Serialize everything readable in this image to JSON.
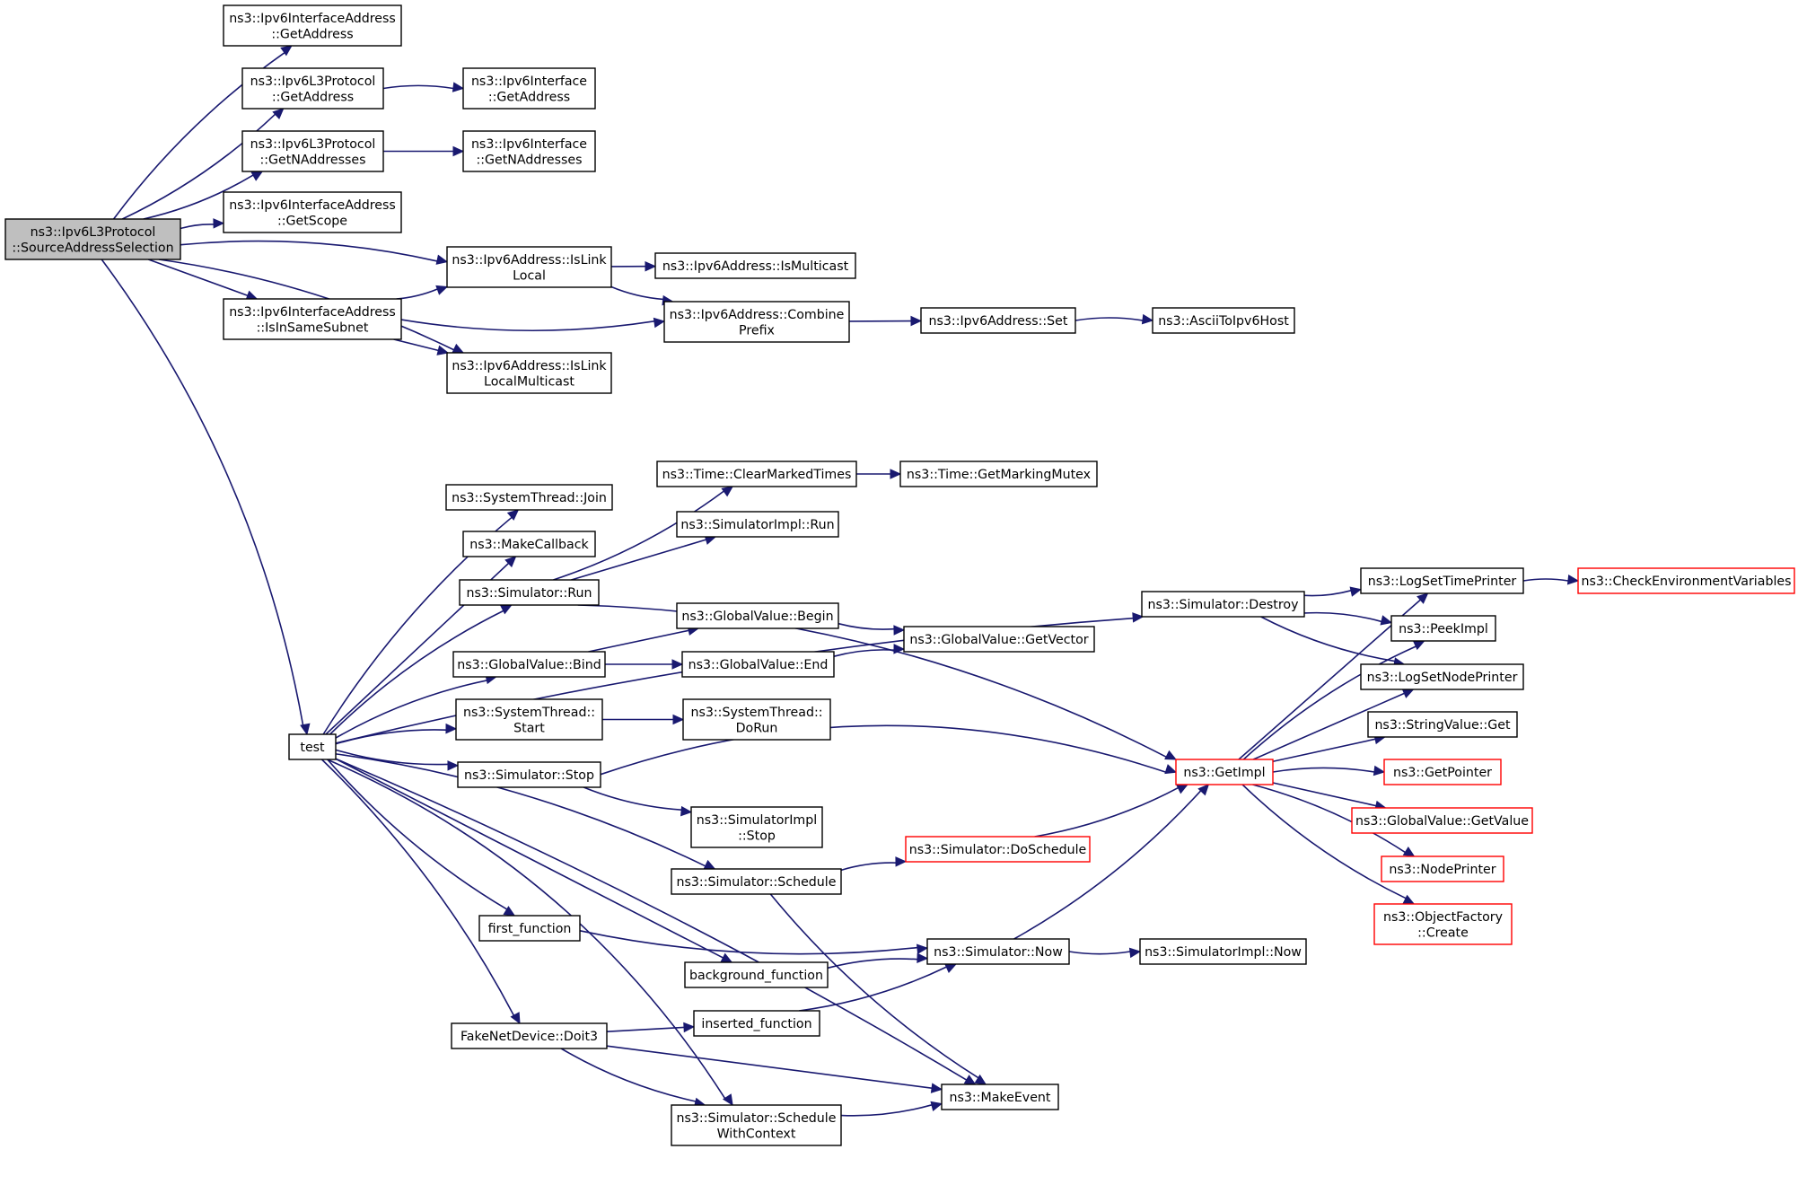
{
  "colors": {
    "edge": "#191970",
    "node_border": "#000000",
    "node_border_truncated": "#ff0000",
    "root_fill": "#bfbfbf",
    "node_fill": "#ffffff"
  },
  "nodes": [
    {
      "id": "root",
      "lines": [
        "ns3::Ipv6L3Protocol",
        "::SourceAddressSelection"
      ],
      "style": "root"
    },
    {
      "id": "ia_getaddress",
      "lines": [
        "ns3::Ipv6InterfaceAddress",
        "::GetAddress"
      ],
      "style": "normal"
    },
    {
      "id": "l3_getaddress",
      "lines": [
        "ns3::Ipv6L3Protocol",
        "::GetAddress"
      ],
      "style": "normal"
    },
    {
      "id": "if_getaddress",
      "lines": [
        "ns3::Ipv6Interface",
        "::GetAddress"
      ],
      "style": "normal"
    },
    {
      "id": "l3_getn",
      "lines": [
        "ns3::Ipv6L3Protocol",
        "::GetNAddresses"
      ],
      "style": "normal"
    },
    {
      "id": "if_getn",
      "lines": [
        "ns3::Ipv6Interface",
        "::GetNAddresses"
      ],
      "style": "normal"
    },
    {
      "id": "ia_getscope",
      "lines": [
        "ns3::Ipv6InterfaceAddress",
        "::GetScope"
      ],
      "style": "normal"
    },
    {
      "id": "islinklocal",
      "lines": [
        "ns3::Ipv6Address::IsLink",
        "Local"
      ],
      "style": "normal"
    },
    {
      "id": "ismulticast",
      "lines": [
        "ns3::Ipv6Address::IsMulticast"
      ],
      "style": "normal"
    },
    {
      "id": "insamesubnet",
      "lines": [
        "ns3::Ipv6InterfaceAddress",
        "::IsInSameSubnet"
      ],
      "style": "normal"
    },
    {
      "id": "combineprefix",
      "lines": [
        "ns3::Ipv6Address::Combine",
        "Prefix"
      ],
      "style": "normal"
    },
    {
      "id": "addrset",
      "lines": [
        "ns3::Ipv6Address::Set"
      ],
      "style": "normal"
    },
    {
      "id": "asciitoipv6",
      "lines": [
        "ns3::AsciiToIpv6Host"
      ],
      "style": "normal"
    },
    {
      "id": "islinklocalmc",
      "lines": [
        "ns3::Ipv6Address::IsLink",
        "LocalMulticast"
      ],
      "style": "normal"
    },
    {
      "id": "test",
      "lines": [
        "test"
      ],
      "style": "normal"
    },
    {
      "id": "clearmarked",
      "lines": [
        "ns3::Time::ClearMarkedTimes"
      ],
      "style": "normal"
    },
    {
      "id": "getmarkingmutex",
      "lines": [
        "ns3::Time::GetMarkingMutex"
      ],
      "style": "normal"
    },
    {
      "id": "threadjoin",
      "lines": [
        "ns3::SystemThread::Join"
      ],
      "style": "normal"
    },
    {
      "id": "makecallback",
      "lines": [
        "ns3::MakeCallback"
      ],
      "style": "normal"
    },
    {
      "id": "simimplrun",
      "lines": [
        "ns3::SimulatorImpl::Run"
      ],
      "style": "normal"
    },
    {
      "id": "simrun",
      "lines": [
        "ns3::Simulator::Run"
      ],
      "style": "normal"
    },
    {
      "id": "gvbegin",
      "lines": [
        "ns3::GlobalValue::Begin"
      ],
      "style": "normal"
    },
    {
      "id": "gvbind",
      "lines": [
        "ns3::GlobalValue::Bind"
      ],
      "style": "normal"
    },
    {
      "id": "gvend",
      "lines": [
        "ns3::GlobalValue::End"
      ],
      "style": "normal"
    },
    {
      "id": "gvgetvector",
      "lines": [
        "ns3::GlobalValue::GetVector"
      ],
      "style": "normal"
    },
    {
      "id": "threadstart",
      "lines": [
        "ns3::SystemThread::",
        "Start"
      ],
      "style": "normal"
    },
    {
      "id": "threaddorun",
      "lines": [
        "ns3::SystemThread::",
        "DoRun"
      ],
      "style": "normal"
    },
    {
      "id": "simstop",
      "lines": [
        "ns3::Simulator::Stop"
      ],
      "style": "normal"
    },
    {
      "id": "simimplstop",
      "lines": [
        "ns3::SimulatorImpl",
        "::Stop"
      ],
      "style": "normal"
    },
    {
      "id": "simschedule",
      "lines": [
        "ns3::Simulator::Schedule"
      ],
      "style": "normal"
    },
    {
      "id": "doschedule",
      "lines": [
        "ns3::Simulator::DoSchedule"
      ],
      "style": "truncated"
    },
    {
      "id": "firstfunction",
      "lines": [
        "first_function"
      ],
      "style": "normal"
    },
    {
      "id": "bgfunction",
      "lines": [
        "background_function"
      ],
      "style": "normal"
    },
    {
      "id": "simnow",
      "lines": [
        "ns3::Simulator::Now"
      ],
      "style": "normal"
    },
    {
      "id": "simimplnow",
      "lines": [
        "ns3::SimulatorImpl::Now"
      ],
      "style": "normal"
    },
    {
      "id": "insertedfunction",
      "lines": [
        "inserted_function"
      ],
      "style": "normal"
    },
    {
      "id": "doit3",
      "lines": [
        "FakeNetDevice::Doit3"
      ],
      "style": "normal"
    },
    {
      "id": "makeevent",
      "lines": [
        "ns3::MakeEvent"
      ],
      "style": "normal"
    },
    {
      "id": "schedwithctx",
      "lines": [
        "ns3::Simulator::Schedule",
        "WithContext"
      ],
      "style": "normal"
    },
    {
      "id": "simdestroy",
      "lines": [
        "ns3::Simulator::Destroy"
      ],
      "style": "normal"
    },
    {
      "id": "getimpl",
      "lines": [
        "ns3::GetImpl"
      ],
      "style": "truncated"
    },
    {
      "id": "logsettimeprinter",
      "lines": [
        "ns3::LogSetTimePrinter"
      ],
      "style": "normal"
    },
    {
      "id": "checkenv",
      "lines": [
        "ns3::CheckEnvironmentVariables"
      ],
      "style": "truncated"
    },
    {
      "id": "peekimpl",
      "lines": [
        "ns3::PeekImpl"
      ],
      "style": "normal"
    },
    {
      "id": "logsetnodeprinter",
      "lines": [
        "ns3::LogSetNodePrinter"
      ],
      "style": "normal"
    },
    {
      "id": "stringvalueget",
      "lines": [
        "ns3::StringValue::Get"
      ],
      "style": "normal"
    },
    {
      "id": "getpointer",
      "lines": [
        "ns3::GetPointer"
      ],
      "style": "truncated"
    },
    {
      "id": "gvgetvalue",
      "lines": [
        "ns3::GlobalValue::GetValue"
      ],
      "style": "truncated"
    },
    {
      "id": "nodeprinter",
      "lines": [
        "ns3::NodePrinter"
      ],
      "style": "truncated"
    },
    {
      "id": "objfactorycreate",
      "lines": [
        "ns3::ObjectFactory",
        "::Create"
      ],
      "style": "truncated"
    }
  ],
  "edges": [
    [
      "root",
      "ia_getaddress"
    ],
    [
      "root",
      "l3_getaddress"
    ],
    [
      "l3_getaddress",
      "if_getaddress"
    ],
    [
      "root",
      "l3_getn"
    ],
    [
      "l3_getn",
      "if_getn"
    ],
    [
      "root",
      "ia_getscope"
    ],
    [
      "root",
      "islinklocal"
    ],
    [
      "root",
      "insamesubnet"
    ],
    [
      "root",
      "islinklocalmc"
    ],
    [
      "root",
      "test"
    ],
    [
      "islinklocal",
      "ismulticast"
    ],
    [
      "islinklocal",
      "combineprefix"
    ],
    [
      "insamesubnet",
      "islinklocal"
    ],
    [
      "insamesubnet",
      "combineprefix"
    ],
    [
      "insamesubnet",
      "islinklocalmc"
    ],
    [
      "combineprefix",
      "addrset"
    ],
    [
      "addrset",
      "asciitoipv6"
    ],
    [
      "test",
      "simdestroy"
    ],
    [
      "test",
      "threadjoin"
    ],
    [
      "test",
      "makecallback"
    ],
    [
      "test",
      "simrun"
    ],
    [
      "test",
      "gvbind"
    ],
    [
      "test",
      "threadstart"
    ],
    [
      "test",
      "simstop"
    ],
    [
      "test",
      "simschedule"
    ],
    [
      "test",
      "firstfunction"
    ],
    [
      "test",
      "bgfunction"
    ],
    [
      "test",
      "doit3"
    ],
    [
      "test",
      "schedwithctx"
    ],
    [
      "test",
      "makeevent"
    ],
    [
      "simrun",
      "clearmarked"
    ],
    [
      "simrun",
      "simimplrun"
    ],
    [
      "simrun",
      "getimpl"
    ],
    [
      "clearmarked",
      "getmarkingmutex"
    ],
    [
      "gvbind",
      "gvbegin"
    ],
    [
      "gvbind",
      "gvend"
    ],
    [
      "gvbegin",
      "gvgetvector"
    ],
    [
      "gvend",
      "gvgetvector"
    ],
    [
      "threadstart",
      "threaddorun"
    ],
    [
      "simstop",
      "getimpl"
    ],
    [
      "simstop",
      "simimplstop"
    ],
    [
      "simschedule",
      "doschedule"
    ],
    [
      "simschedule",
      "makeevent"
    ],
    [
      "doschedule",
      "getimpl"
    ],
    [
      "firstfunction",
      "simnow"
    ],
    [
      "bgfunction",
      "simnow"
    ],
    [
      "insertedfunction",
      "simnow"
    ],
    [
      "simnow",
      "getimpl"
    ],
    [
      "simnow",
      "simimplnow"
    ],
    [
      "doit3",
      "insertedfunction"
    ],
    [
      "doit3",
      "makeevent"
    ],
    [
      "doit3",
      "schedwithctx"
    ],
    [
      "schedwithctx",
      "makeevent"
    ],
    [
      "simdestroy",
      "logsettimeprinter"
    ],
    [
      "simdestroy",
      "peekimpl"
    ],
    [
      "simdestroy",
      "logsetnodeprinter"
    ],
    [
      "getimpl",
      "logsettimeprinter"
    ],
    [
      "getimpl",
      "peekimpl"
    ],
    [
      "getimpl",
      "logsetnodeprinter"
    ],
    [
      "getimpl",
      "stringvalueget"
    ],
    [
      "getimpl",
      "getpointer"
    ],
    [
      "getimpl",
      "gvgetvalue"
    ],
    [
      "getimpl",
      "nodeprinter"
    ],
    [
      "getimpl",
      "objfactorycreate"
    ],
    [
      "logsettimeprinter",
      "checkenv"
    ]
  ]
}
